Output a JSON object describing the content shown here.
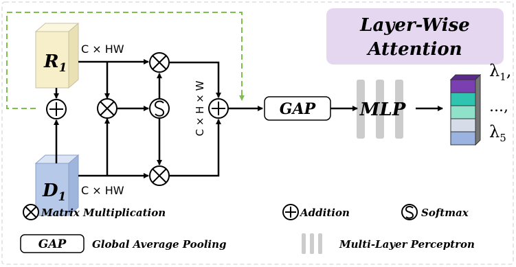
{
  "title_box": {
    "line1": "Layer-Wise",
    "line2": "Attention",
    "fill": "#e6d7f1"
  },
  "inputs": {
    "r": {
      "main": "R",
      "sub": "1",
      "color": "#f6efc9"
    },
    "d": {
      "main": "D",
      "sub": "1",
      "color": "#b7c9e8"
    }
  },
  "dims": {
    "top": "C × HW",
    "bottom": "C × HW",
    "vertical": "C × H × W"
  },
  "blocks": {
    "gap": "GAP",
    "mlp": "MLP"
  },
  "outputs": {
    "first": "λ",
    "first_sub": "1",
    "first_suffix": ",",
    "ellipsis": "...,",
    "last": "λ",
    "last_sub": "5",
    "stack_colors": [
      "#7a3fb0",
      "#2fc4b0",
      "#8fe1c9",
      "#d7dde8",
      "#9bb3e0"
    ]
  },
  "legend": {
    "matmul": "Matrix Multiplication",
    "addition": "Addition",
    "softmax": "Softmax",
    "gap_abbrev": "GAP",
    "gap_full": "Global Average Pooling",
    "mlp_full": "Multi-Layer Perceptron"
  },
  "colors": {
    "skip_arrow": "#7cc04a",
    "border": "#dddddd",
    "ink": "#000000",
    "mlp_bars": "#cccccc"
  }
}
